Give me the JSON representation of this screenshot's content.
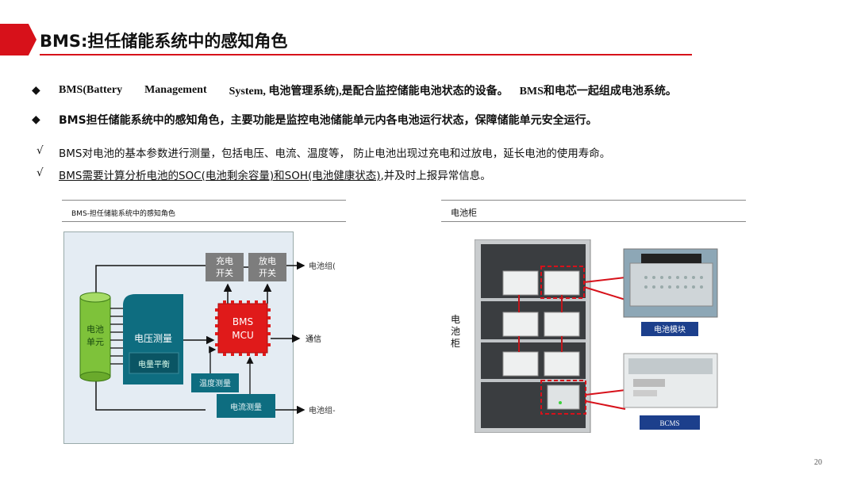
{
  "title": "BMS:担任储能系统中的感知角色",
  "bullets": {
    "b1": {
      "part1": "BMS(Battery",
      "part2": "Management",
      "part3": "System, 电池管理系统),是配合监控储能电池状态的设备。",
      "part4": "BMS和电芯一起组成电池系统。"
    },
    "b2": "BMS担任储能系统中的感知角色，主要功能是监控电池储能单元内各电池运行状态，保障储能单元安全运行。"
  },
  "checks": {
    "mark": "√",
    "c1": "BMS对电池的基本参数进行测量，包括电压、电流、温度等， 防止电池出现过充电和过放电，延长电池的使用寿命。",
    "c2_underlined": "BMS需要计算分析电池的SOC(电池剩余容量)和SOH(电池健康状态)",
    "c2_rest": ",并及时上报异常信息。"
  },
  "left_section": {
    "heading": "BMS-担任储能系统中的感知角色",
    "battery_unit": "电池单元",
    "voltage": "电压测量",
    "balance": "电量平衡",
    "charge_switch_1": "充电",
    "charge_switch_2": "开关",
    "discharge_switch_1": "放电",
    "discharge_switch_2": "开关",
    "mcu_1": "BMS",
    "mcu_2": "MCU",
    "temperature": "温度测量",
    "current": "电流测量",
    "out_top": "电池组(",
    "out_comm": "通信",
    "out_bottom": "电池组-"
  },
  "right_section": {
    "heading": "电池柜",
    "cabinet_label": "电池柜",
    "module_label": "电池模块",
    "bcms_label": "BCMS"
  },
  "page_number": "20",
  "colors": {
    "accent": "#d7111a",
    "teal": "#0e6d80",
    "green": "#7ec23a",
    "mcu_red": "#e01a1a",
    "label_blue": "#1c3f8c"
  }
}
